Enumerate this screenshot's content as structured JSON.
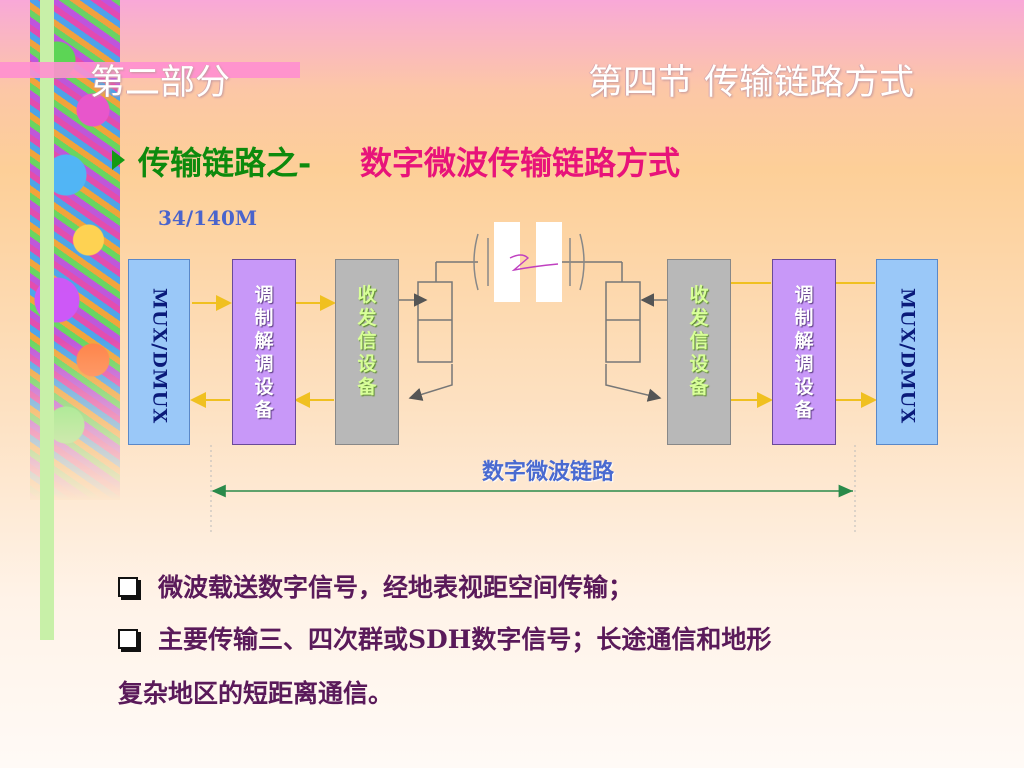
{
  "header": {
    "left": "第二部分",
    "right": "第四节  传输链路方式"
  },
  "title": {
    "part1": "传输链路之-",
    "part2": "数字微波传输链路方式"
  },
  "diagram": {
    "rate": "34/140M",
    "left_boxes": [
      "MUX/DMUX",
      "调制解调设备",
      "收发信设备"
    ],
    "right_boxes": [
      "收发信设备",
      "调制解调设备",
      "MUX/DMUX"
    ],
    "link_label": "数字微波链路",
    "colors": {
      "mux": "#9ac8f8",
      "modem": "#c898f8",
      "transceiver": "#b8b8b8",
      "arrow": "#f0c020",
      "link": "#2a8a4a"
    }
  },
  "bullets": [
    "微波载送数字信号，经地表视距空间传输；",
    "主要传输三、四次群或SDH数字信号；长途通信和地形",
    "复杂地区的短距离通信。"
  ]
}
